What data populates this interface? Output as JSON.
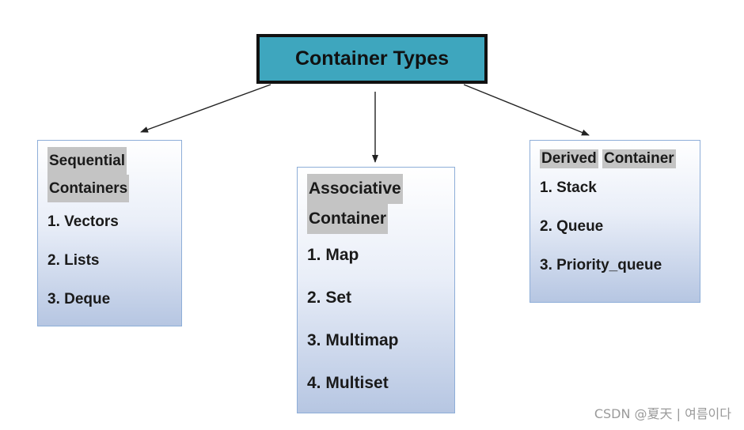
{
  "root": {
    "title": "Container Types",
    "color": "#3ea6be"
  },
  "categories": [
    {
      "heading_lines": [
        "Sequential",
        "Containers"
      ],
      "items": [
        "1. Vectors",
        "2. Lists",
        "3. Deque"
      ]
    },
    {
      "heading_lines": [
        "Associative",
        "Container"
      ],
      "items": [
        "1. Map",
        "2. Set",
        "3. Multimap",
        "4. Multiset"
      ]
    },
    {
      "heading_lines": [
        "Derived",
        "Container"
      ],
      "items": [
        "1. Stack",
        "2. Queue",
        "3. Priority_queue"
      ]
    }
  ],
  "watermark": "CSDN @夏天 | 여름이다"
}
